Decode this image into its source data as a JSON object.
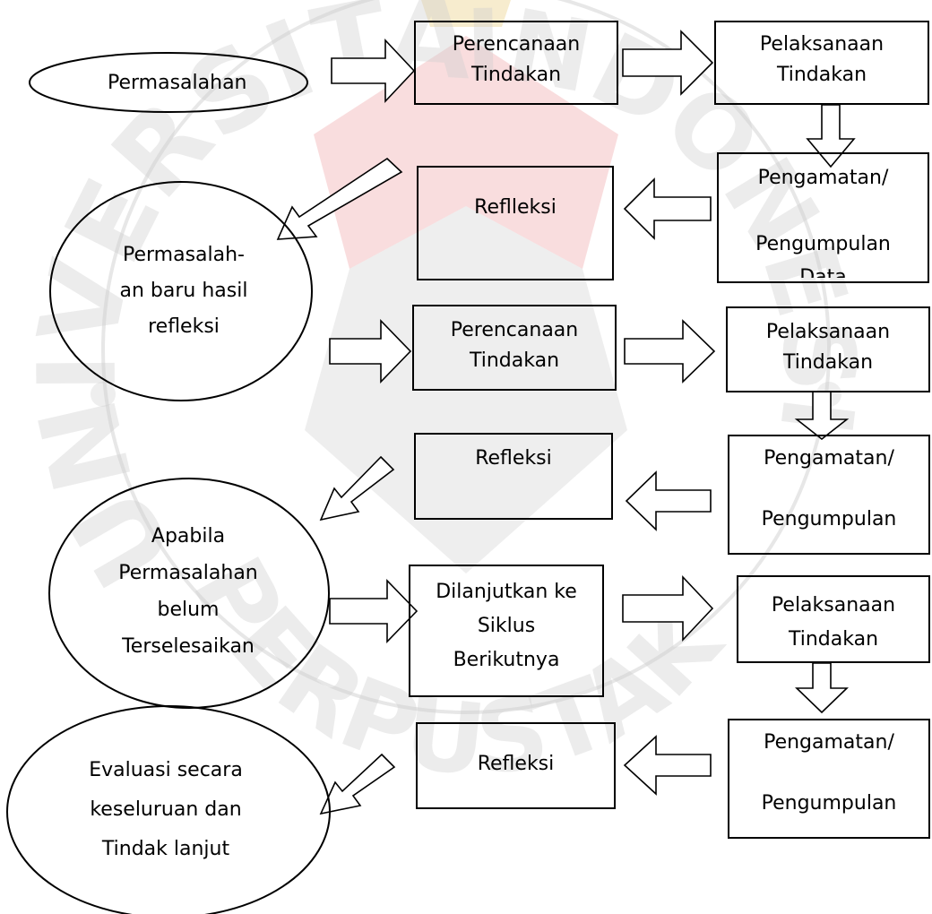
{
  "watermark": {
    "colors": {
      "red": "#e8868a",
      "gray": "#cfcfcf",
      "gold": "#f1dfae"
    },
    "ring_text_left": "UNIVERSITAS",
    "ring_text_right": "INDONESIA",
    "ring_text_bottom": "PERPUSTAKAAN"
  },
  "cycle1": {
    "problem": "Permasalahan",
    "planning": "Perencanaan\nTindakan",
    "action": "Pelaksanaan\nTindakan",
    "observation": "Pengamatan/\n\nPengumpulan\nData",
    "reflection": "Reflleksi"
  },
  "cycle2": {
    "problem": "Permasalah-\nan baru hasil\nrefleksi",
    "planning": "Perencanaan\nTindakan",
    "action": "Pelaksanaan\nTindakan",
    "observation": "Pengamatan/\n\nPengumpulan",
    "reflection": "Refleksi"
  },
  "cycle3": {
    "problem": "Apabila\nPermasalahan\nbelum\nTerselesaikan",
    "next": "Dilanjutkan ke\nSiklus\nBerikutnya",
    "action": "Pelaksanaan\nTindakan",
    "observation": "Pengamatan/\n\nPengumpulan",
    "reflection": "Refleksi"
  },
  "final": {
    "evaluation": "Evaluasi secara\nkeseluruan dan\nTindak lanjut"
  }
}
